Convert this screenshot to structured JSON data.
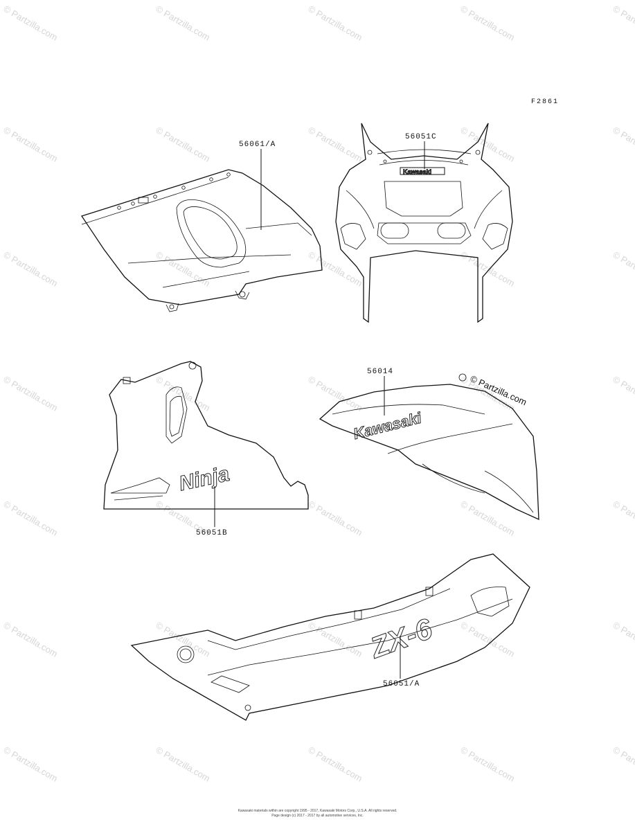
{
  "figure_id": "F2861",
  "watermark": "© Partzilla.com",
  "site_mark": "© Partzilla.com",
  "parts": [
    {
      "callout": "56061/A"
    },
    {
      "callout": "56051C",
      "decal_text": "Kawasaki"
    },
    {
      "callout": "56014",
      "decal_text": "Kawasaki"
    },
    {
      "callout": "56051B",
      "decal_text": "Ninja"
    },
    {
      "callout": "56051/A",
      "decal_text": "ZX-6"
    }
  ],
  "copyright_lines": [
    "Kawasaki materials within are copyright 1995 - 2017, Kawasaki Motors Corp., U.S.A. All rights reserved.",
    "Page design (c) 2017 - 2017 by all automotive services, Inc."
  ]
}
